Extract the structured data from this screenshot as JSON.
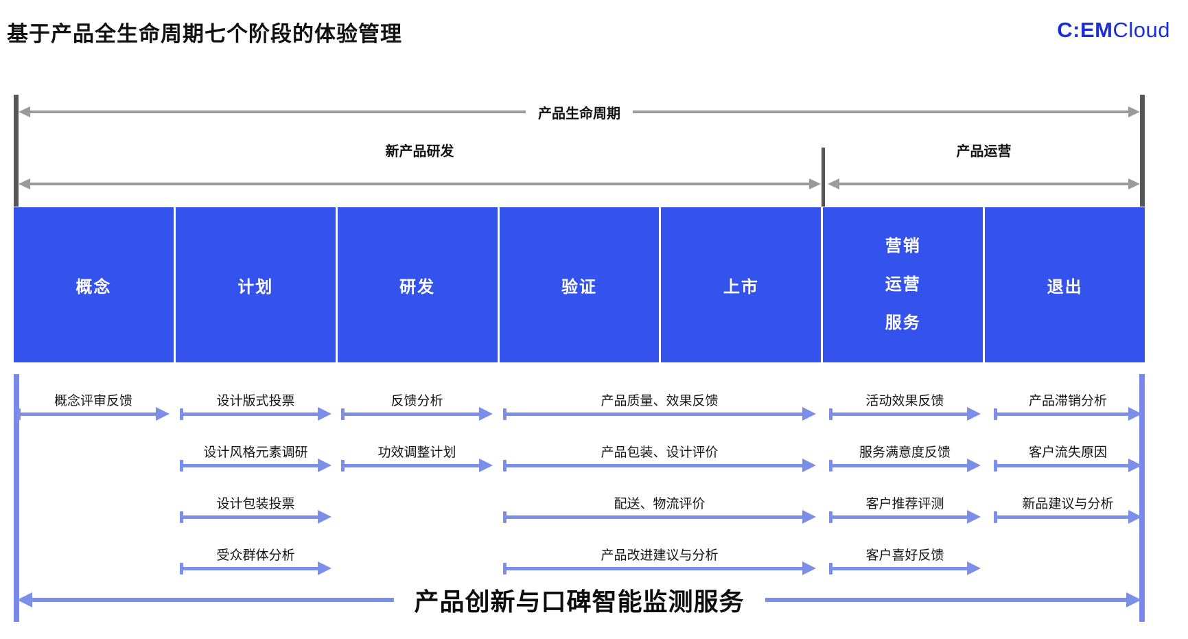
{
  "header": {
    "title": "基于产品全生命周期七个阶段的体验管理",
    "logo": {
      "cem": "C:EM",
      "cloud": "Cloud"
    }
  },
  "lifecycle": {
    "top_label": "产品生命周期",
    "rd_label": "新产品研发",
    "ops_label": "产品运营"
  },
  "stages": [
    {
      "label": "概念"
    },
    {
      "label": "计划"
    },
    {
      "label": "研发"
    },
    {
      "label": "验证"
    },
    {
      "label": "上市"
    },
    {
      "label_lines": [
        "营销",
        "运营",
        "服务"
      ]
    },
    {
      "label": "退出"
    }
  ],
  "feedback_rows": {
    "row1": [
      "概念评审反馈",
      "设计版式投票",
      "反馈分析",
      "产品质量、效果反馈",
      "活动效果反馈",
      "产品滞销分析"
    ],
    "row2": [
      "设计风格元素调研",
      "功效调整计划",
      "产品包装、设计评价",
      "服务满意度反馈",
      "客户流失原因"
    ],
    "row3": [
      "设计包装投票",
      "配送、物流评价",
      "客户推荐评测",
      "新品建议与分析"
    ],
    "row4": [
      "受众群体分析",
      "产品改进建议与分析",
      "客户喜好反馈"
    ]
  },
  "bottom": {
    "service_label": "产品创新与口碑智能监测服务"
  },
  "colors": {
    "stage_blue": "#3453ed",
    "arrow_periwinkle": "#7b8fe9",
    "line_gray": "#9a9a9a",
    "post_gray": "#575757",
    "logo_blue": "#1b2fd6"
  }
}
